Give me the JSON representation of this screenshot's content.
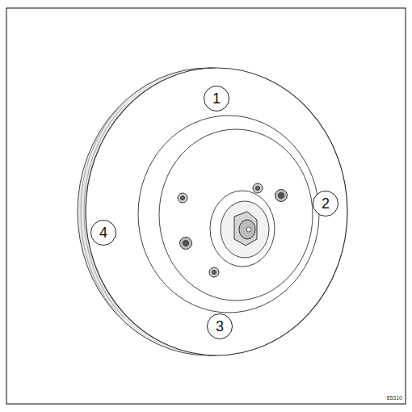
{
  "diagram": {
    "nodes": [
      {
        "text": [
          "1"
        ]
      },
      {
        "text": [
          "2"
        ]
      },
      {
        "text": [
          "3"
        ]
      },
      {
        "text": [
          "4"
        ]
      }
    ],
    "labels": [
      "85310"
    ]
  }
}
